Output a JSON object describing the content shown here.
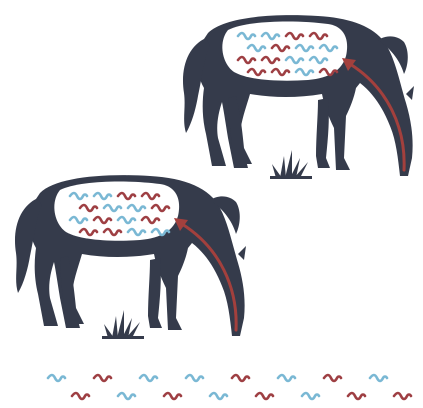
{
  "colors": {
    "horse": "#353b4b",
    "belly": "#ffffff",
    "worm_blue": "#7ab8d4",
    "worm_red": "#9e3f43",
    "arrow": "#a3403d",
    "grass": "#353b4b",
    "background": "#ffffff"
  },
  "figures": [
    {
      "name": "horse-back",
      "worms": [
        "blue",
        "blue",
        "red",
        "red",
        "blue",
        "red",
        "blue",
        "blue",
        "red",
        "red",
        "blue",
        "blue",
        "red",
        "red",
        "blue",
        "red"
      ]
    },
    {
      "name": "horse-front",
      "worms": [
        "blue",
        "blue",
        "red",
        "red",
        "red",
        "blue",
        "blue",
        "red",
        "blue",
        "red",
        "blue",
        "red",
        "red",
        "red",
        "blue",
        "blue"
      ]
    }
  ],
  "ground_worms": {
    "row1": [
      "blue",
      "red",
      "blue",
      "blue",
      "red",
      "blue",
      "red",
      "blue"
    ],
    "row2": [
      "red",
      "blue",
      "red",
      "blue",
      "red",
      "blue",
      "red",
      "red"
    ]
  },
  "icons": [
    "horse-silhouette-icon",
    "grass-tuft-icon",
    "worm-icon",
    "arrow-icon"
  ]
}
